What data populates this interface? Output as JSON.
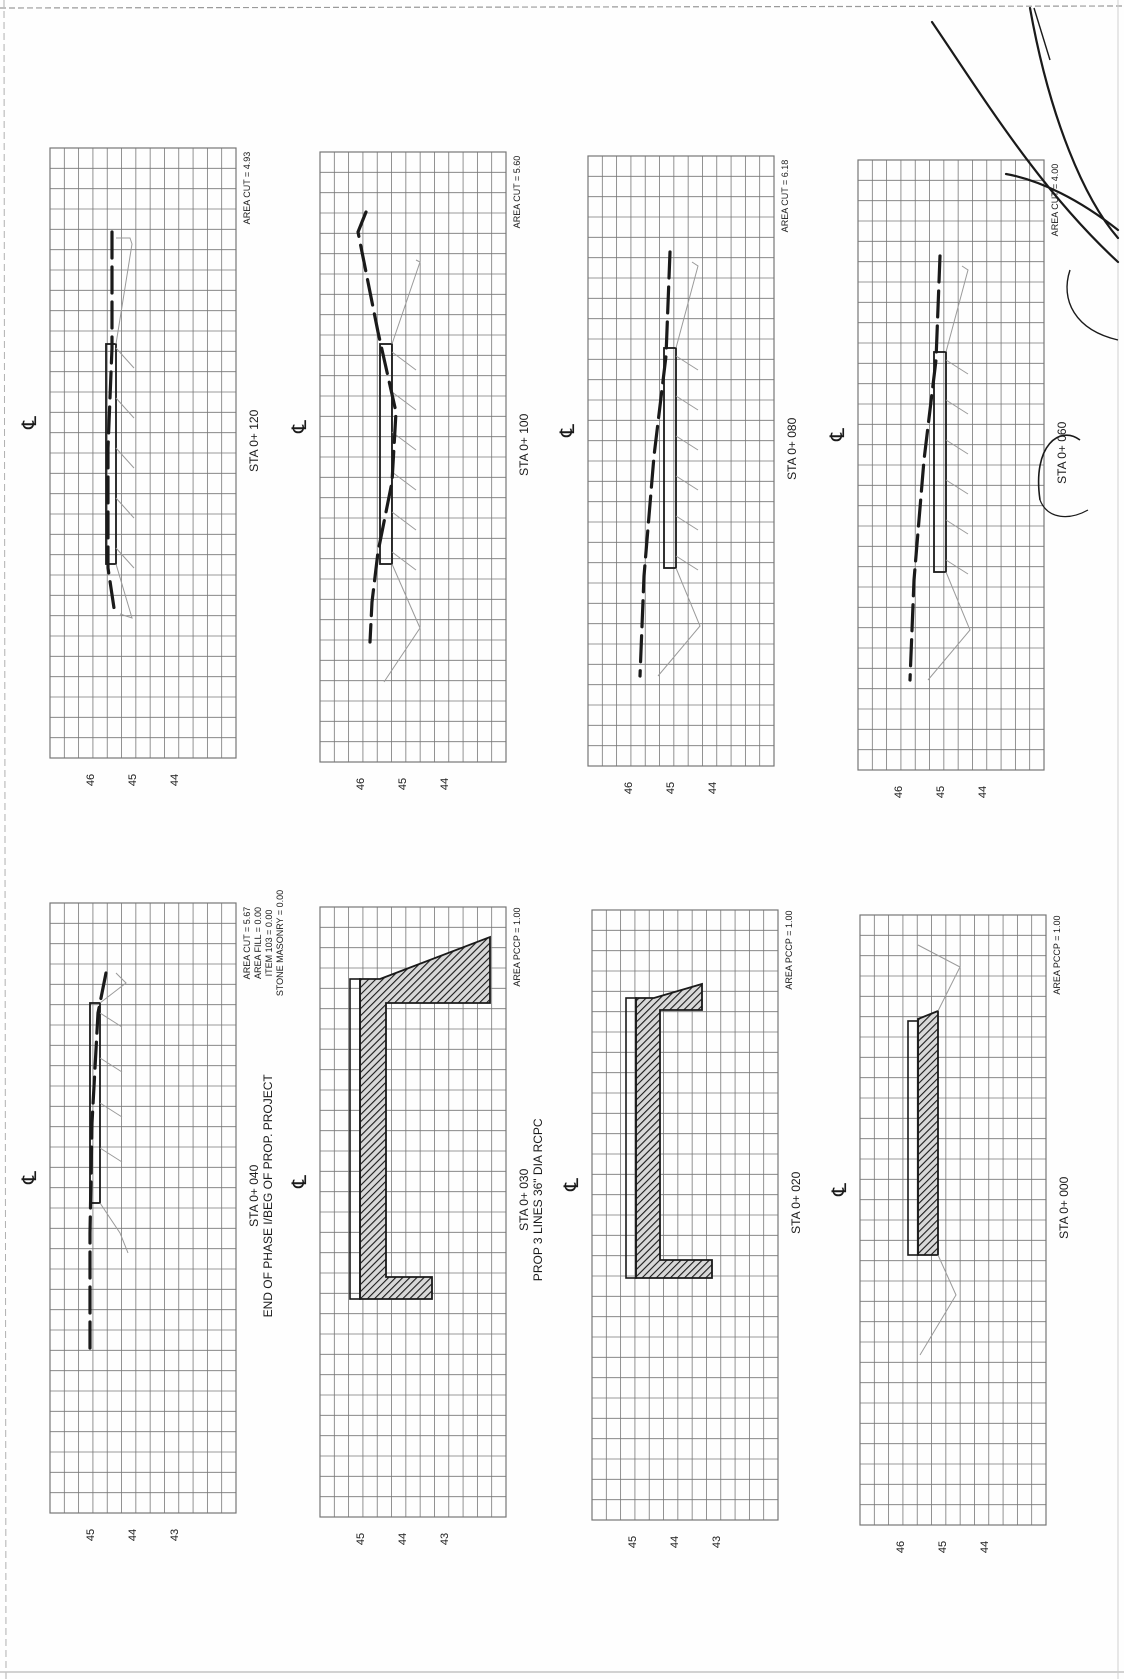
{
  "sheet": {
    "centerline_symbol": "℄",
    "colors": {
      "ink": "#1a1a1a",
      "grid": "#777777",
      "thin": "#9a9a9a",
      "paper": "#fefefe"
    }
  },
  "sections": [
    {
      "id": "sta-0-120",
      "station": "STA 0+ 120",
      "area_labels": [
        "AREA CUT = 4.93"
      ],
      "y_ticks": [
        "46",
        "45",
        "44"
      ],
      "profile": "cut"
    },
    {
      "id": "sta-0-100",
      "station": "STA 0+ 100",
      "area_labels": [
        "AREA CUT = 5.60"
      ],
      "y_ticks": [
        "46",
        "45",
        "44"
      ],
      "profile": "cut-high"
    },
    {
      "id": "sta-0-080",
      "station": "STA 0+ 080",
      "area_labels": [
        "AREA CUT = 6.18"
      ],
      "y_ticks": [
        "46",
        "45",
        "44"
      ],
      "profile": "cut-slope"
    },
    {
      "id": "sta-0-060",
      "station": "STA 0+ 060",
      "area_labels": [
        "AREA CUT = 4.00"
      ],
      "y_ticks": [
        "46",
        "45",
        "44"
      ],
      "profile": "cut-slope"
    },
    {
      "id": "sta-0-040",
      "station": "STA 0+ 040",
      "note": "END OF PHASE I/BEG OF PROP. PROJECT",
      "area_labels": [
        "AREA CUT = 5.67",
        "AREA FILL = 0.00",
        "ITEM 103 = 0.00",
        "STONE MASONRY = 0.00"
      ],
      "y_ticks": [
        "45",
        "44",
        "43"
      ],
      "profile": "cut-flat"
    },
    {
      "id": "sta-0-030",
      "station": "STA 0+ 030",
      "note": "PROP 3 LINES 36\" DIA RCPC",
      "area_labels": [
        "AREA PCCP = 1.00"
      ],
      "y_ticks": [
        "45",
        "44",
        "43"
      ],
      "profile": "channel-large"
    },
    {
      "id": "sta-0-020",
      "station": "STA 0+ 020",
      "area_labels": [
        "AREA PCCP = 1.00"
      ],
      "y_ticks": [
        "45",
        "44",
        "43"
      ],
      "profile": "channel-small"
    },
    {
      "id": "sta-0-000",
      "station": "STA 0+ 000",
      "area_labels": [
        "AREA PCCP = 1.00"
      ],
      "y_ticks": [
        "46",
        "45",
        "44"
      ],
      "profile": "slab"
    }
  ]
}
